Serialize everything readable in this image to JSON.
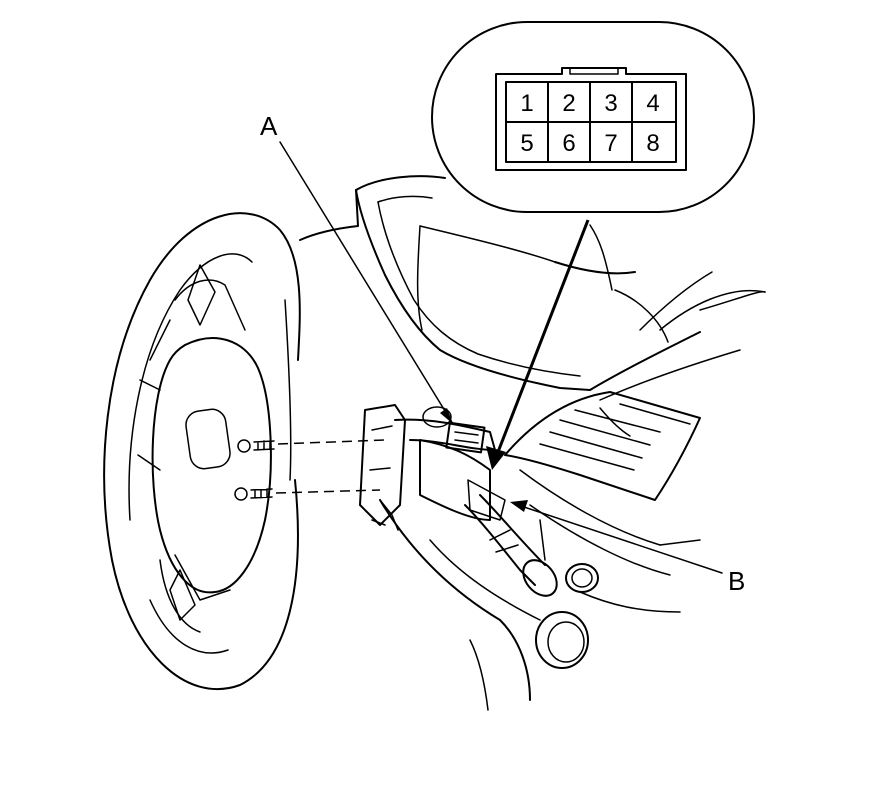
{
  "callouts": {
    "a": "A",
    "b": "B"
  },
  "connector": {
    "pins_top": [
      "1",
      "2",
      "3",
      "4"
    ],
    "pins_bottom": [
      "5",
      "6",
      "7",
      "8"
    ]
  }
}
